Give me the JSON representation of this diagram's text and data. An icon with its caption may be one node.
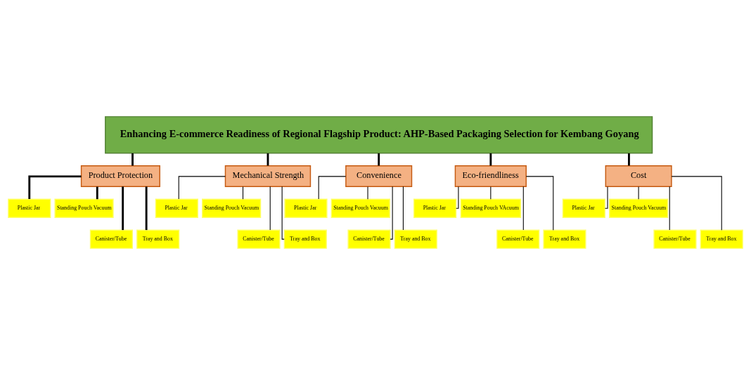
{
  "diagram": {
    "nodes": [
      {
        "text": [
          "Enhancing E-commerce Readiness of Regional Flagship Product: AHP-Based Packaging Selection for Kembang Goyang"
        ]
      },
      {
        "text": [
          "Product Protection"
        ]
      },
      {
        "text": [
          "Mechanical Strength"
        ]
      },
      {
        "text": [
          "Convenience"
        ]
      },
      {
        "text": [
          "Eco-friendliness"
        ]
      },
      {
        "text": [
          "Cost"
        ]
      },
      {
        "text": [
          "Plastic Jar"
        ]
      },
      {
        "text": [
          "Standing Pouch Vacuum"
        ]
      },
      {
        "text": [
          "Canister/Tube"
        ]
      },
      {
        "text": [
          "Tray and Box"
        ]
      },
      {
        "text": [
          "Plastic Jar"
        ]
      },
      {
        "text": [
          "Standing Pouch Vacuum"
        ]
      },
      {
        "text": [
          "Canister/Tube"
        ]
      },
      {
        "text": [
          "Tray and Box"
        ]
      },
      {
        "text": [
          "Plastic Jar"
        ]
      },
      {
        "text": [
          "Standing Pouch Vacuum"
        ]
      },
      {
        "text": [
          "Canister/Tube"
        ]
      },
      {
        "text": [
          "Tray and Box"
        ]
      },
      {
        "text": [
          "Plastic Jar"
        ]
      },
      {
        "text": [
          "Standing Pouch VAcuum"
        ]
      },
      {
        "text": [
          "Canister/Tube"
        ]
      },
      {
        "text": [
          "Tray and Box"
        ]
      },
      {
        "text": [
          "Plastic Jar"
        ]
      },
      {
        "text": [
          "Standing Pouch Vacuum"
        ]
      },
      {
        "text": [
          "Canister/Tube"
        ]
      },
      {
        "text": [
          "Tray and Box"
        ]
      }
    ],
    "edges": [
      {
        "from": 0,
        "to": 1,
        "arrow": "none",
        "style": "thick"
      },
      {
        "from": 0,
        "to": 2,
        "arrow": "none",
        "style": "thick"
      },
      {
        "from": 0,
        "to": 3,
        "arrow": "none",
        "style": "thick"
      },
      {
        "from": 0,
        "to": 4,
        "arrow": "none",
        "style": "thick"
      },
      {
        "from": 0,
        "to": 5,
        "arrow": "none",
        "style": "thick"
      },
      {
        "from": 1,
        "to": 6,
        "arrow": "none",
        "style": "thick"
      },
      {
        "from": 1,
        "to": 7,
        "arrow": "none",
        "style": "thick"
      },
      {
        "from": 1,
        "to": 8,
        "arrow": "none",
        "style": "thick"
      },
      {
        "from": 1,
        "to": 9,
        "arrow": "none",
        "style": "thick"
      },
      {
        "from": 2,
        "to": 10,
        "arrow": "none"
      },
      {
        "from": 2,
        "to": 11,
        "arrow": "none"
      },
      {
        "from": 2,
        "to": 12,
        "arrow": "none"
      },
      {
        "from": 2,
        "to": 13,
        "arrow": "none"
      },
      {
        "from": 3,
        "to": 14,
        "arrow": "none"
      },
      {
        "from": 3,
        "to": 15,
        "arrow": "none"
      },
      {
        "from": 3,
        "to": 16,
        "arrow": "none"
      },
      {
        "from": 3,
        "to": 17,
        "arrow": "none"
      },
      {
        "from": 4,
        "to": 18,
        "arrow": "none"
      },
      {
        "from": 4,
        "to": 19,
        "arrow": "none"
      },
      {
        "from": 4,
        "to": 20,
        "arrow": "none"
      },
      {
        "from": 4,
        "to": 21,
        "arrow": "none"
      },
      {
        "from": 5,
        "to": 22,
        "arrow": "none"
      },
      {
        "from": 5,
        "to": 23,
        "arrow": "none"
      },
      {
        "from": 5,
        "to": 24,
        "arrow": "none"
      },
      {
        "from": 5,
        "to": 25,
        "arrow": "none"
      }
    ]
  }
}
